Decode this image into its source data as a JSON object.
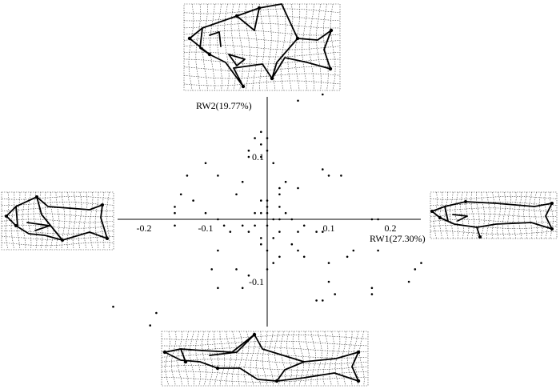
{
  "chart_data": {
    "type": "scatter",
    "title": "",
    "xlabel": "RW1(27.30%)",
    "ylabel": "RW2(19.77%)",
    "xlim": [
      -0.25,
      0.25
    ],
    "ylim": [
      -0.17,
      0.2
    ],
    "x_ticks": [
      -0.2,
      -0.1,
      0.1,
      0.2
    ],
    "x_tick_labels": [
      "-0.2",
      "-0.1",
      "0.1",
      "0.2"
    ],
    "y_ticks": [
      0.1,
      -0.1
    ],
    "y_tick_labels": [
      "0.1",
      "-0.1"
    ],
    "grid": false,
    "legend": "none",
    "points": [
      [
        0.09,
        0.2
      ],
      [
        0.05,
        0.19
      ],
      [
        -0.01,
        0.14
      ],
      [
        -0.02,
        0.13
      ],
      [
        0.0,
        0.13
      ],
      [
        -0.01,
        0.12
      ],
      [
        -0.03,
        0.11
      ],
      [
        0.0,
        0.11
      ],
      [
        -0.03,
        0.1
      ],
      [
        -0.01,
        0.1
      ],
      [
        0.01,
        0.09
      ],
      [
        -0.1,
        0.09
      ],
      [
        -0.13,
        0.07
      ],
      [
        -0.08,
        0.07
      ],
      [
        0.09,
        0.08
      ],
      [
        0.1,
        0.07
      ],
      [
        -0.04,
        0.06
      ],
      [
        0.03,
        0.06
      ],
      [
        0.12,
        0.07
      ],
      [
        0.02,
        0.05
      ],
      [
        0.05,
        0.05
      ],
      [
        -0.14,
        0.04
      ],
      [
        -0.05,
        0.04
      ],
      [
        -0.12,
        0.03
      ],
      [
        0.02,
        0.04
      ],
      [
        0.0,
        0.03
      ],
      [
        -0.01,
        0.03
      ],
      [
        -0.15,
        0.02
      ],
      [
        0.0,
        0.02
      ],
      [
        0.02,
        0.02
      ],
      [
        -0.01,
        0.01
      ],
      [
        -0.15,
        0.01
      ],
      [
        -0.1,
        0.01
      ],
      [
        -0.08,
        0.0
      ],
      [
        0.02,
        0.0
      ],
      [
        0.03,
        0.01
      ],
      [
        0.17,
        0.0
      ],
      [
        0.18,
        0.0
      ],
      [
        0.04,
        0.0
      ],
      [
        0.0,
        0.01
      ],
      [
        -0.02,
        0.01
      ],
      [
        0.01,
        0.0
      ],
      [
        -0.15,
        -0.01
      ],
      [
        -0.07,
        -0.01
      ],
      [
        -0.04,
        -0.01
      ],
      [
        -0.02,
        -0.01
      ],
      [
        0.0,
        -0.01
      ],
      [
        0.06,
        -0.01
      ],
      [
        0.05,
        -0.02
      ],
      [
        0.08,
        -0.02
      ],
      [
        0.09,
        -0.02
      ],
      [
        -0.06,
        -0.02
      ],
      [
        -0.03,
        -0.02
      ],
      [
        0.02,
        -0.02
      ],
      [
        0.01,
        -0.03
      ],
      [
        -0.01,
        -0.03
      ],
      [
        -0.01,
        -0.04
      ],
      [
        0.04,
        -0.04
      ],
      [
        0.05,
        -0.05
      ],
      [
        0.0,
        -0.05
      ],
      [
        -0.08,
        -0.05
      ],
      [
        0.06,
        -0.06
      ],
      [
        0.14,
        -0.05
      ],
      [
        0.18,
        -0.05
      ],
      [
        0.02,
        -0.06
      ],
      [
        0.13,
        -0.06
      ],
      [
        0.01,
        -0.07
      ],
      [
        -0.09,
        -0.08
      ],
      [
        -0.05,
        -0.08
      ],
      [
        0.0,
        -0.08
      ],
      [
        0.1,
        -0.07
      ],
      [
        0.25,
        -0.07
      ],
      [
        0.24,
        -0.08
      ],
      [
        -0.03,
        -0.09
      ],
      [
        0.1,
        -0.1
      ],
      [
        0.17,
        -0.11
      ],
      [
        -0.04,
        -0.11
      ],
      [
        -0.08,
        -0.11
      ],
      [
        0.17,
        -0.12
      ],
      [
        0.08,
        -0.13
      ],
      [
        0.09,
        -0.13
      ],
      [
        0.11,
        -0.12
      ],
      [
        0.23,
        -0.1
      ],
      [
        -0.25,
        -0.14
      ],
      [
        -0.18,
        -0.15
      ],
      [
        -0.19,
        -0.17
      ]
    ]
  }
}
